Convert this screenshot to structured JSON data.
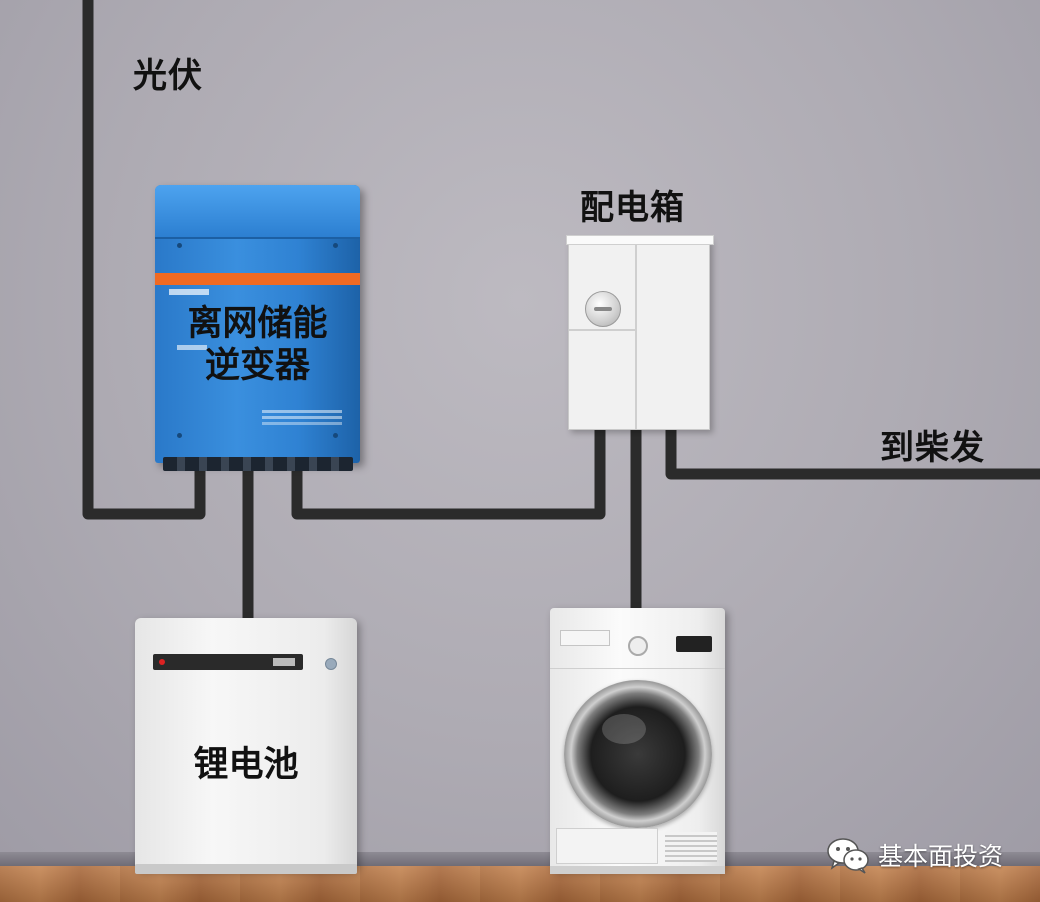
{
  "labels": {
    "pv": "光伏",
    "inverter_line1": "离网储能",
    "inverter_line2": "逆变器",
    "distribution_box": "配电箱",
    "to_diesel": "到柴发",
    "battery": "锂电池"
  },
  "watermark": {
    "icon": "wechat-icon",
    "text": "基本面投资"
  },
  "colors": {
    "wire": "#2b2b2b",
    "inverter_blue": "#2f82d3",
    "inverter_stripe": "#f06a22"
  }
}
